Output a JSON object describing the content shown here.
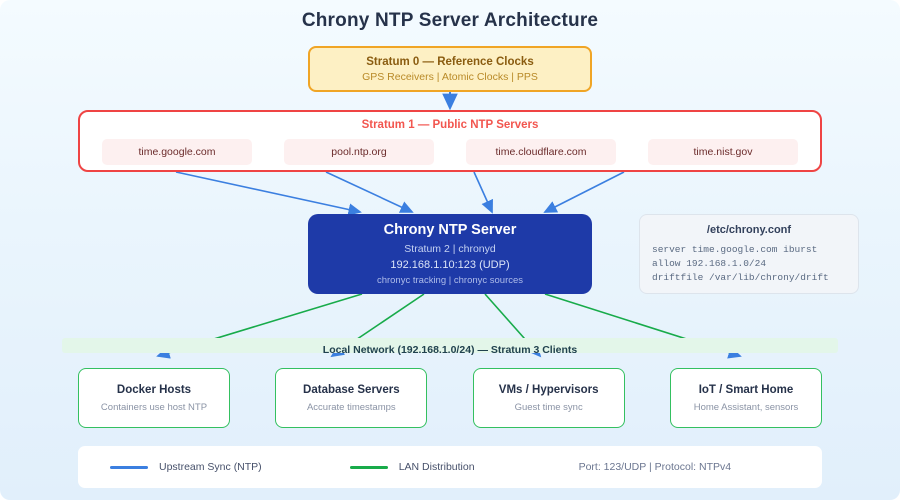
{
  "title": "Chrony NTP Server Architecture",
  "colors": {
    "upstream": "#3b7fe0",
    "lan": "#18ab4a",
    "arrowhead": "#3b7fe0",
    "stratum0_border": "#f0a525",
    "stratum1_border": "#ef4444",
    "chrony_bg": "#1e3aa8",
    "client_border": "#34c060"
  },
  "stratum0": {
    "title": "Stratum 0 — Reference Clocks",
    "subtitle": "GPS Receivers | Atomic Clocks | PPS"
  },
  "stratum1": {
    "title": "Stratum 1 — Public NTP Servers",
    "servers": [
      {
        "label": "time.google.com"
      },
      {
        "label": "pool.ntp.org"
      },
      {
        "label": "time.cloudflare.com"
      },
      {
        "label": "time.nist.gov"
      }
    ]
  },
  "chrony": {
    "title": "Chrony NTP Server",
    "line1": "Stratum 2 | chronyd",
    "line2": "192.168.1.10:123 (UDP)",
    "line3": "chronyc tracking | chronyc sources"
  },
  "config": {
    "title": "/etc/chrony.conf",
    "lines": "server time.google.com iburst\nallow 192.168.1.0/24\ndriftfile /var/lib/chrony/drift"
  },
  "lan": {
    "label": "Local Network (192.168.1.0/24) — Stratum 3 Clients"
  },
  "clients": [
    {
      "title": "Docker Hosts",
      "subtitle": "Containers use host NTP"
    },
    {
      "title": "Database Servers",
      "subtitle": "Accurate timestamps"
    },
    {
      "title": "VMs / Hypervisors",
      "subtitle": "Guest time sync"
    },
    {
      "title": "IoT / Smart Home",
      "subtitle": "Home Assistant, sensors"
    }
  ],
  "legend": {
    "upstream_label": "Upstream Sync (NTP)",
    "lan_label": "LAN Distribution",
    "meta": "Port: 123/UDP | Protocol: NTPv4"
  }
}
